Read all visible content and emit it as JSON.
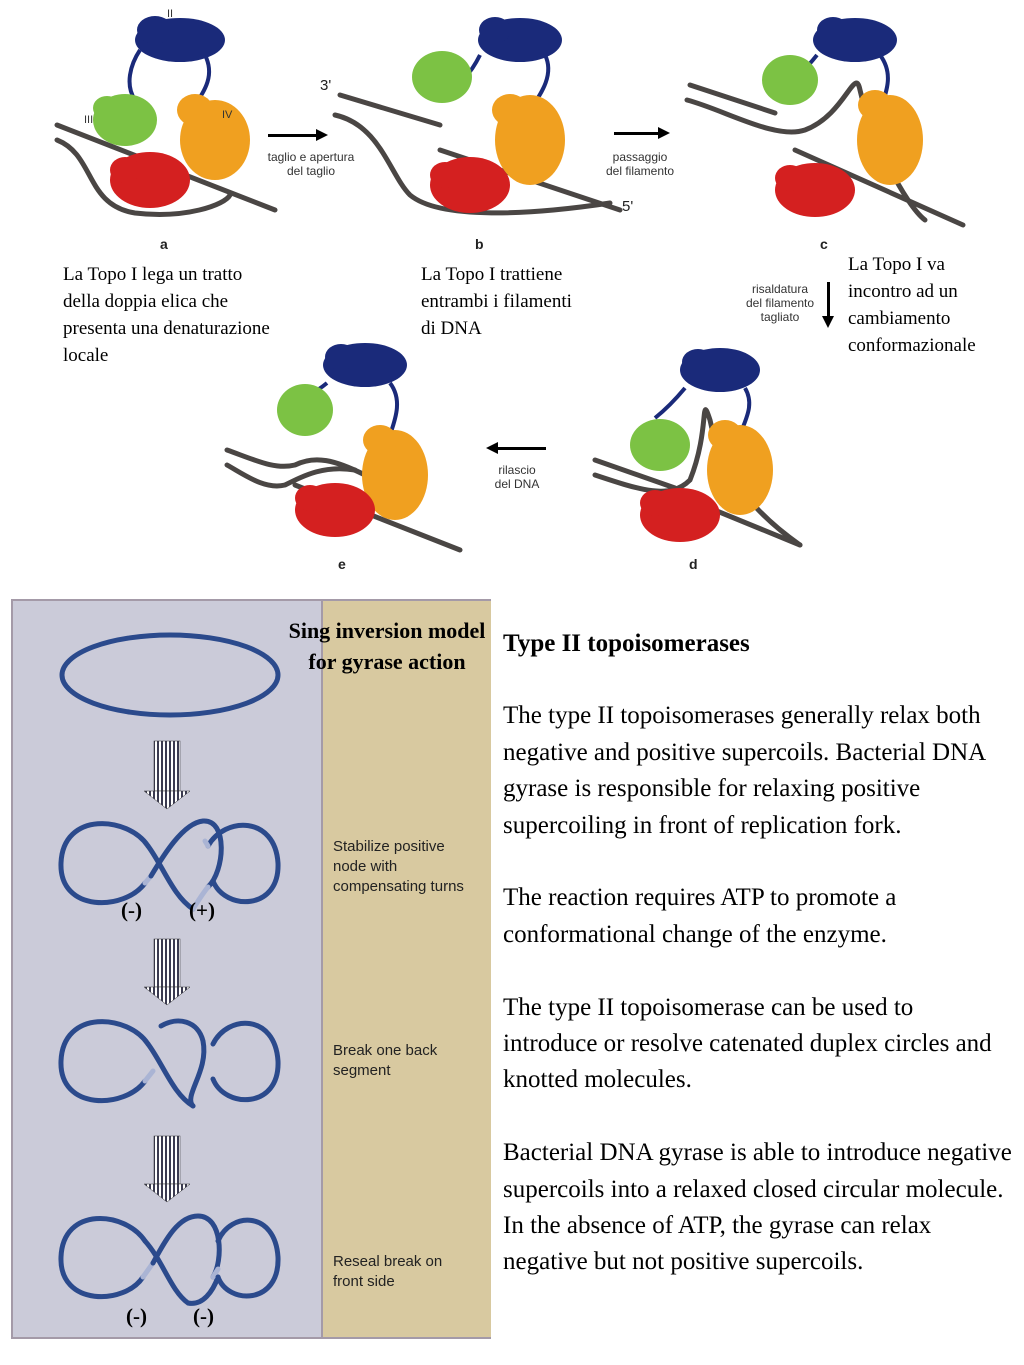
{
  "topo1_figure": {
    "domain_labels": {
      "d2": "II",
      "d3": "III",
      "d4": "IV"
    },
    "panel_letters": [
      "a",
      "b",
      "c",
      "d",
      "e"
    ],
    "strand_ends": {
      "three_prime": "3'",
      "five_prime": "5'"
    },
    "step_labels": {
      "a_to_b": [
        "taglio e apertura",
        "del taglio"
      ],
      "b_to_c": [
        "passaggio",
        "del filamento"
      ],
      "c_to_d": [
        "risaldatura",
        "del filamento",
        "tagliato"
      ],
      "d_to_e": [
        "rilascio",
        "del DNA"
      ]
    },
    "captions": {
      "a": [
        "La Topo I lega un tratto",
        "della doppia elica che",
        "presenta una denaturazione",
        "locale"
      ],
      "b": [
        "La Topo I trattiene",
        "entrambi i filamenti",
        "di DNA"
      ],
      "c": [
        "La Topo I va",
        "incontro ad un",
        "cambiamento",
        "conformazionale"
      ]
    },
    "colors": {
      "domain_II": "#1a2a7a",
      "domain_III": "#7cc244",
      "domain_IV": "#f0a020",
      "domain_I": "#d42020",
      "dna": "#4a4644"
    }
  },
  "gyrase_figure": {
    "title": "Sing inversion model for gyrase action",
    "steps": [
      [
        "Stabilize positive",
        "node with",
        "compensating turns"
      ],
      [
        "Break one back",
        "segment"
      ],
      [
        "Reseal break on",
        "front side"
      ]
    ],
    "signs_row1": [
      "(-)",
      "(+)"
    ],
    "signs_row3": [
      "(-)",
      "(-)"
    ],
    "colors": {
      "left_panel": "#cbcbd9",
      "right_panel": "#d8c9a0",
      "dna_loop": "#2b4a8c"
    }
  },
  "text": {
    "heading": "Type II topoisomerases",
    "paragraphs": [
      "The type II topoisomerases generally relax both negative and positive supercoils. Bacterial DNA gyrase is responsible for relaxing positive supercoiling in front of replication fork.",
      "The reaction requires ATP to promote a conformational change of the enzyme.",
      "The type II topoisomerase can be used to introduce or resolve catenated duplex circles and knotted molecules.",
      "Bacterial  DNA gyrase is able to introduce negative supercoils into a relaxed closed circular molecule. In the absence of ATP, the gyrase can relax negative but not positive supercoils."
    ]
  }
}
